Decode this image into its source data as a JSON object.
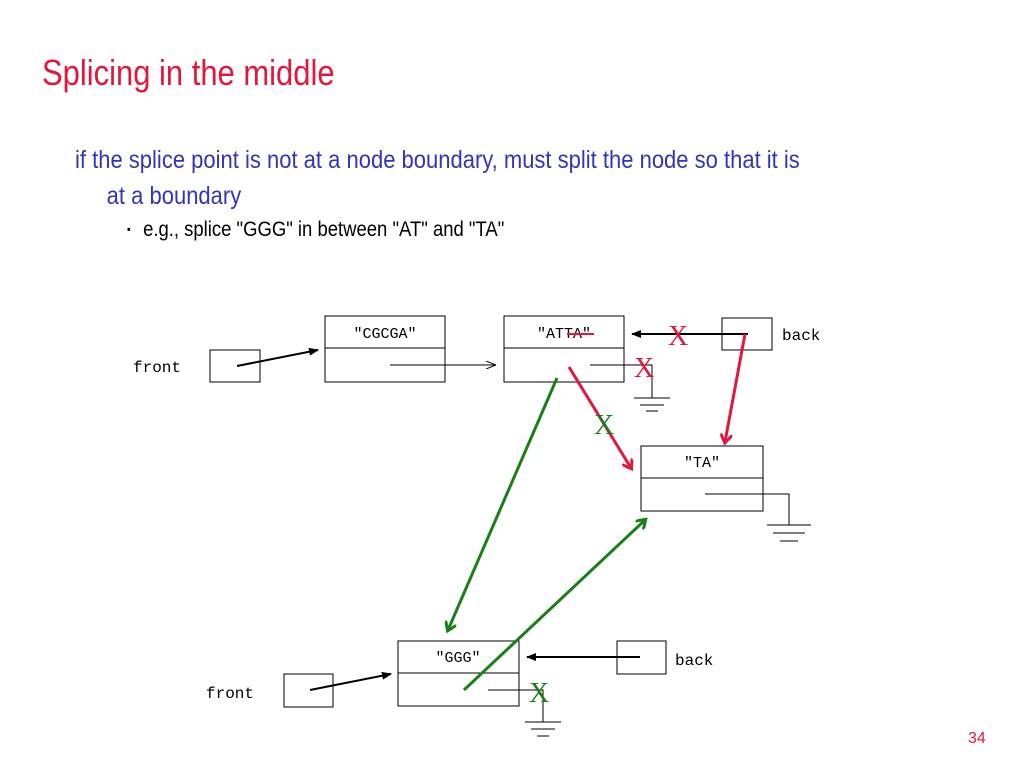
{
  "slide": {
    "title": "Splicing in the middle",
    "bullet_line1": "if the splice point is not at a node boundary, must split the node so that it is",
    "bullet_line2": "at a boundary",
    "sub_bullet_marker": "▪",
    "sub_bullet": "e.g., splice \"GGG\" in between \"AT\" and \"TA\"",
    "page_number": "34"
  },
  "diagram": {
    "node_cgcga": "\"CGCGA\"",
    "node_atta_prefix": "\"AT",
    "node_atta_struck": "TA",
    "node_atta_suffix": "\"",
    "node_ta": "\"TA\"",
    "node_ggg": "\"GGG\"",
    "front_top": "front",
    "back_top": "back",
    "front_bottom": "front",
    "back_bottom": "back",
    "x_mark": "X",
    "colors": {
      "title": "#e3173e",
      "bullet": "#3434b8",
      "red_arrow": "#e3173e",
      "green_arrow": "#1a7f1a"
    }
  }
}
